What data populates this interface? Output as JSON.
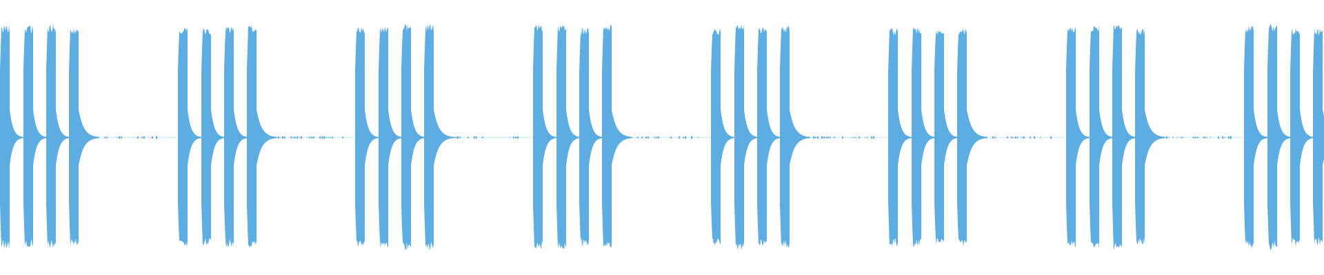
{
  "waveform": {
    "color": "#5dade2",
    "groups": 8,
    "bursts_per_group": 4,
    "peak_amplitude": 0.83,
    "tail_amplitude": 0.02,
    "noise_floor": 0.008
  }
}
